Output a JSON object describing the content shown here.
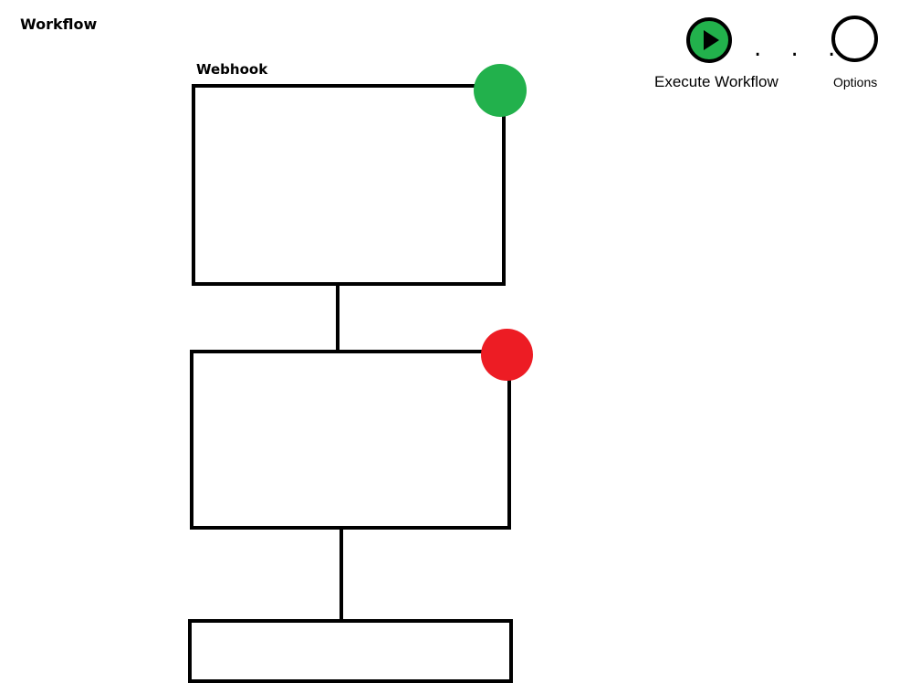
{
  "header": {
    "title": "Workflow"
  },
  "toolbar": {
    "execute_label": "Execute Workflow",
    "execute_icon": "play-icon",
    "more_text": ". . .",
    "options_label": "Options",
    "options_icon": "circle-icon"
  },
  "nodes": [
    {
      "label": "Webhook",
      "status_color": "#22b14c"
    },
    {
      "label": "",
      "status_color": "#ed1c24"
    },
    {
      "label": ""
    }
  ],
  "colors": {
    "execute_fill": "#22b14c",
    "success": "#22b14c",
    "error": "#ed1c24"
  }
}
